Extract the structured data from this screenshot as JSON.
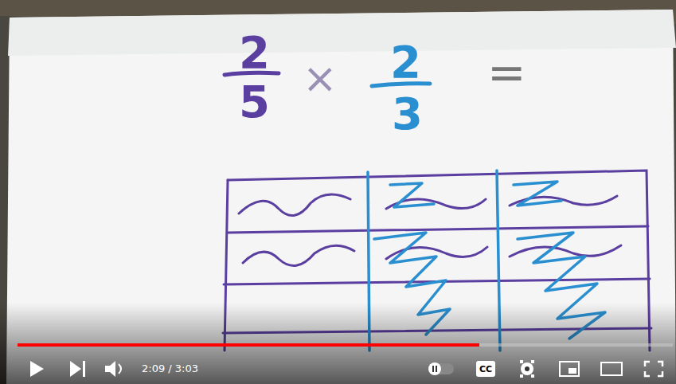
{
  "diagram": {
    "labels": [
      "2",
      "5",
      "×",
      "2",
      "3",
      "=",
      "2:09 / 3:03",
      "CC"
    ]
  }
}
